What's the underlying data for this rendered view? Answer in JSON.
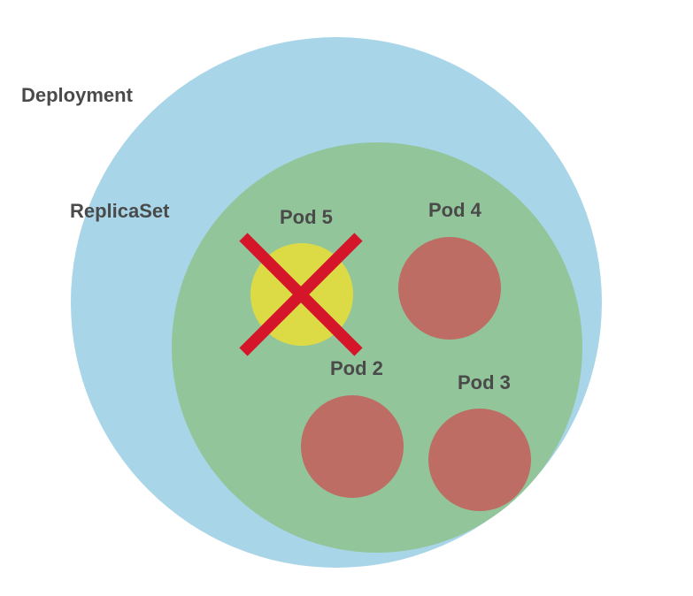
{
  "diagram": {
    "deployment": {
      "label": "Deployment",
      "color": "#a8d5e8"
    },
    "replicaset": {
      "label": "ReplicaSet",
      "color": "#93c59b"
    },
    "pods": [
      {
        "id": "pod5",
        "label": "Pod 5",
        "color": "#dcdb45",
        "status": "terminated"
      },
      {
        "id": "pod4",
        "label": "Pod 4",
        "color": "#bd6d64",
        "status": "running"
      },
      {
        "id": "pod2",
        "label": "Pod 2",
        "color": "#bd6d64",
        "status": "running"
      },
      {
        "id": "pod3",
        "label": "Pod 3",
        "color": "#bd6d64",
        "status": "running"
      }
    ],
    "cross_color": "#d5152a",
    "text_color": "#4a4a4a"
  }
}
